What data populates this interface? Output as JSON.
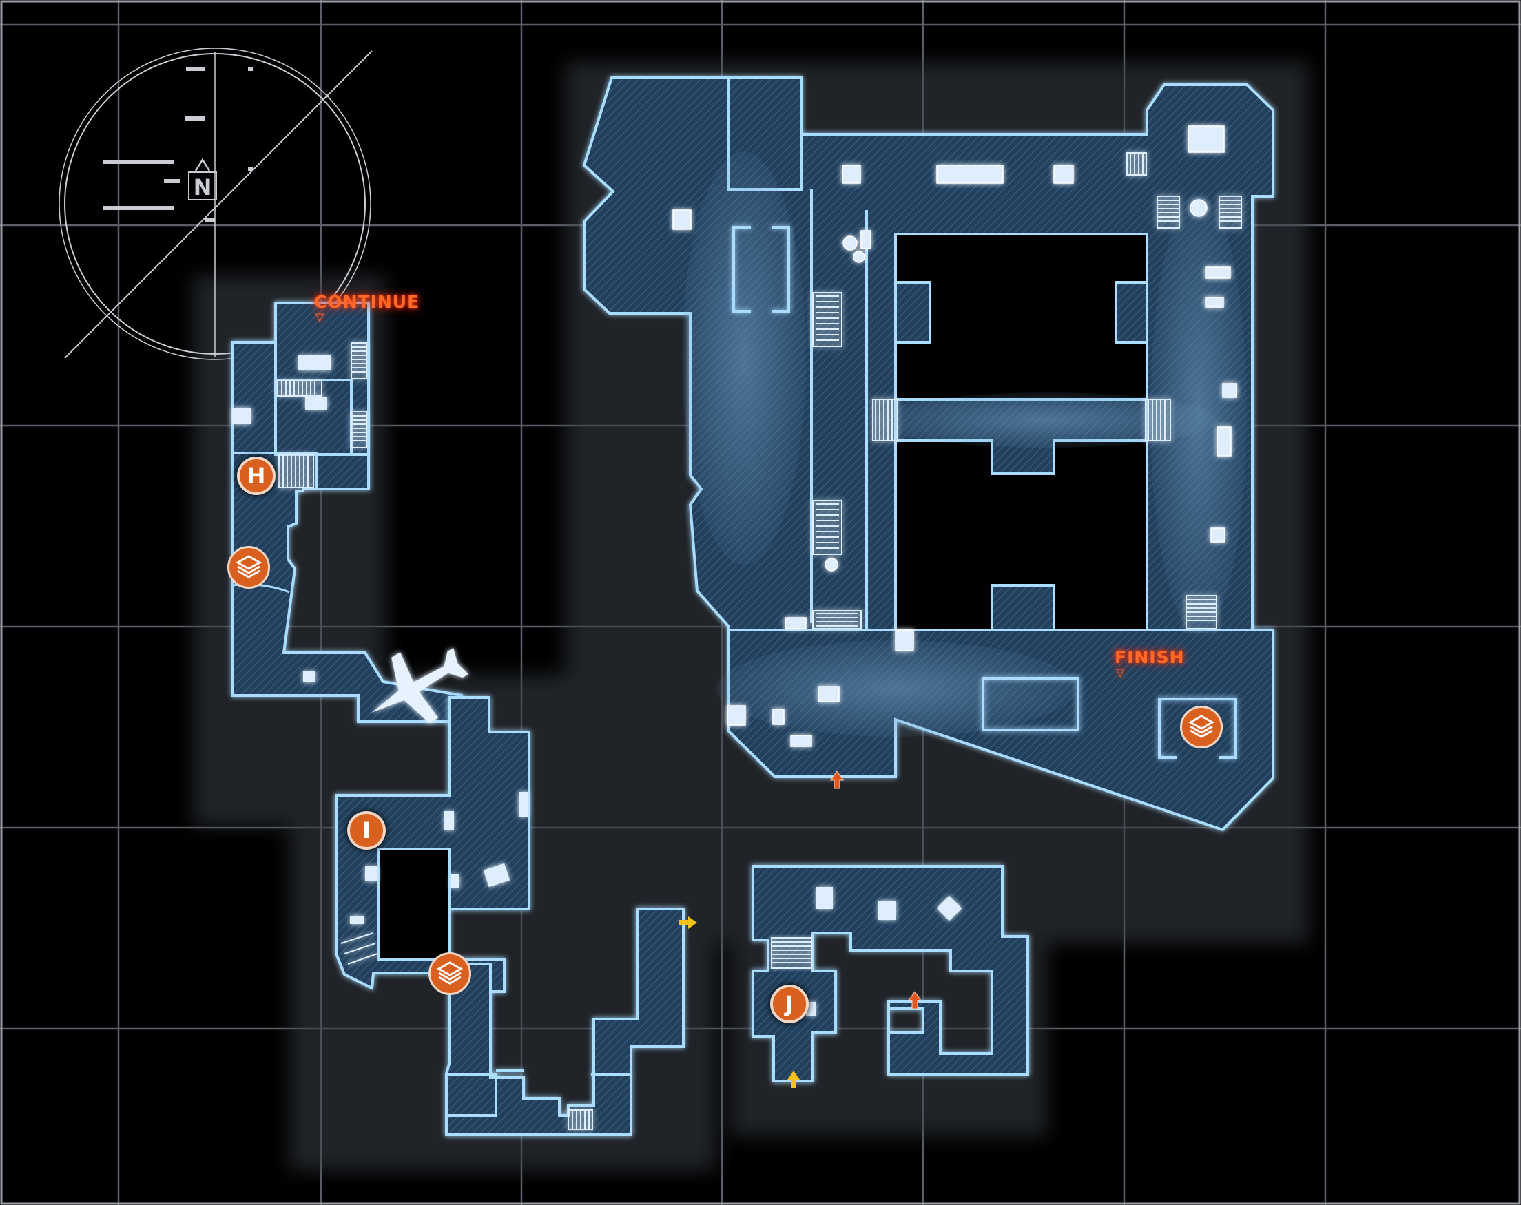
{
  "labels": {
    "continue": "CONTINUE",
    "finish": "FINISH"
  },
  "compass": {
    "north_letter": "N"
  },
  "markers": [
    {
      "id": "H",
      "letter": "H"
    },
    {
      "id": "I",
      "letter": "I"
    },
    {
      "id": "J",
      "letter": "J"
    }
  ],
  "icons": {
    "objective": "stack-layers-icon",
    "aircraft": "airplane-icon",
    "arrows": "direction-arrow-icon"
  },
  "colors": {
    "background": "#000000",
    "grid": "#6b6f78",
    "wall_glow": "#8fd0ff",
    "floor": "#2c4a66",
    "marker_fill": "#d9601f",
    "label_orange": "#ff6a2a",
    "arrow_orange": "#e0581f",
    "arrow_yellow": "#f5c21b"
  }
}
